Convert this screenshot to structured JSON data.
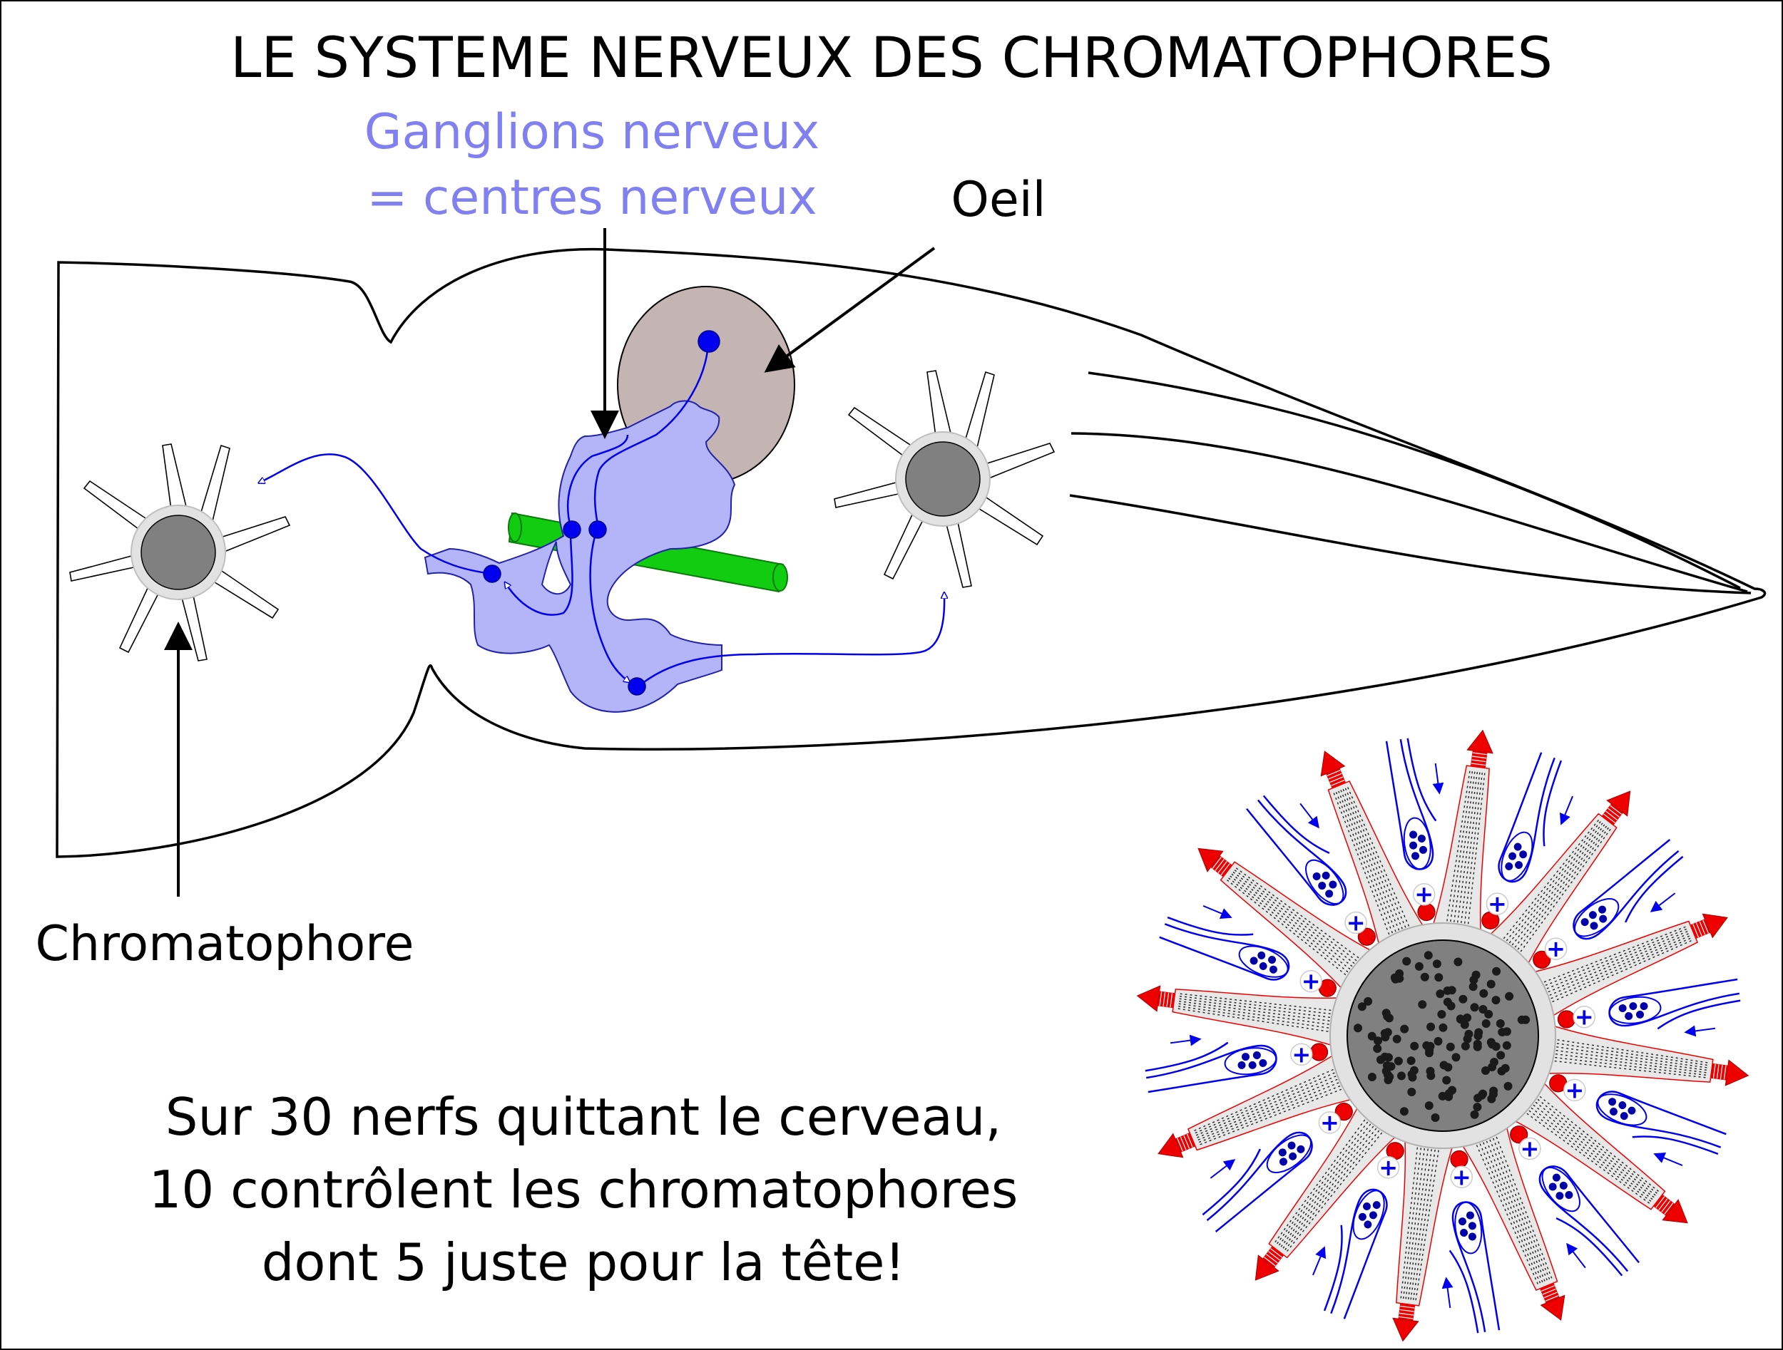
{
  "title": "LE SYSTEME NERVEUX DES CHROMATOPHORES",
  "labels": {
    "ganglia_line1": "Ganglions nerveux",
    "ganglia_line2": "= centres nerveux",
    "eye": "Oeil",
    "chromatophore": "Chromatophore"
  },
  "caption": {
    "line1": "Sur 30 nerfs quittant le cerveau,",
    "line2": "10 contrôlent les chromatophores",
    "line3": "dont 5 juste pour la tête!"
  },
  "colors": {
    "ganglia_text": "#8080f0",
    "ganglia_fill": "#b4b4f8",
    "nerve_blue": "#0000ee",
    "eye_fill": "#c4b4b4",
    "nerve_cord_green": "#11cc11",
    "muscle_red": "#ee0000",
    "pigment_gray": "#808080",
    "outline": "#000000"
  },
  "icons": {
    "plus": "+",
    "arrow": "arrow-icon"
  }
}
